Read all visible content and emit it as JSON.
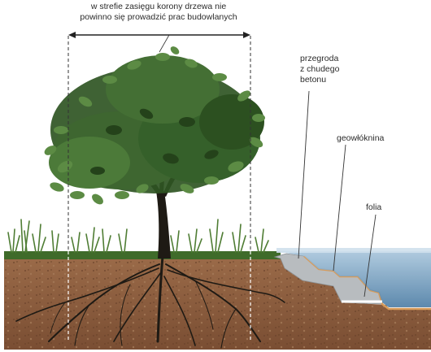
{
  "annotations": {
    "crown_zone_note": [
      "w strefie zasięgu korony drzewa nie",
      "powinno się prowadzić prac budowlanych"
    ],
    "barrier": [
      "przegroda",
      "z chudego",
      "betonu"
    ],
    "geotextile": "geowłóknina",
    "foil": "folia"
  },
  "colors": {
    "soil": "#8a5a3c",
    "soil_dark": "#5e3a24",
    "grass": "#3f6b2a",
    "foliage": "#3e6630",
    "trunk": "#1e1a14",
    "water": "#7fa6c4",
    "concrete": "#b8bcbf",
    "geotextile": "#d79b5a",
    "label_text": "#2b2b2b"
  },
  "icons": [
    "tree-illustration",
    "double-arrow-icon"
  ]
}
